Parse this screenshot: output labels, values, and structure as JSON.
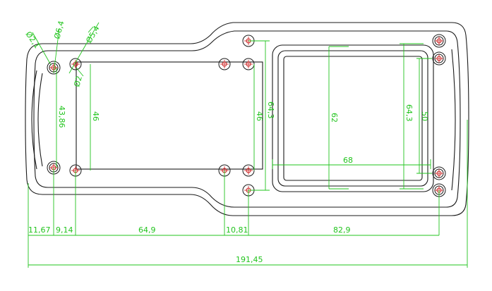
{
  "labels": {
    "d1": "Ø2,1",
    "d2": "Ø6,4",
    "d3": "Ø5,4",
    "d4": "Ø2",
    "h_left": "43,86",
    "h_46a": "46",
    "h_46b": "46",
    "h_64_3a": "64,3",
    "h_62": "62",
    "h_64_3b": "64,3",
    "h_50": "50",
    "w_68": "68",
    "b1": "11,67",
    "b2": "9,14",
    "b3": "64,9",
    "b4": "10,81",
    "b5": "82,9",
    "total": "191,45"
  },
  "colors": {
    "dimension": "#22c41e",
    "outline": "#1a1a1a",
    "hole_center": "#cc2222"
  }
}
